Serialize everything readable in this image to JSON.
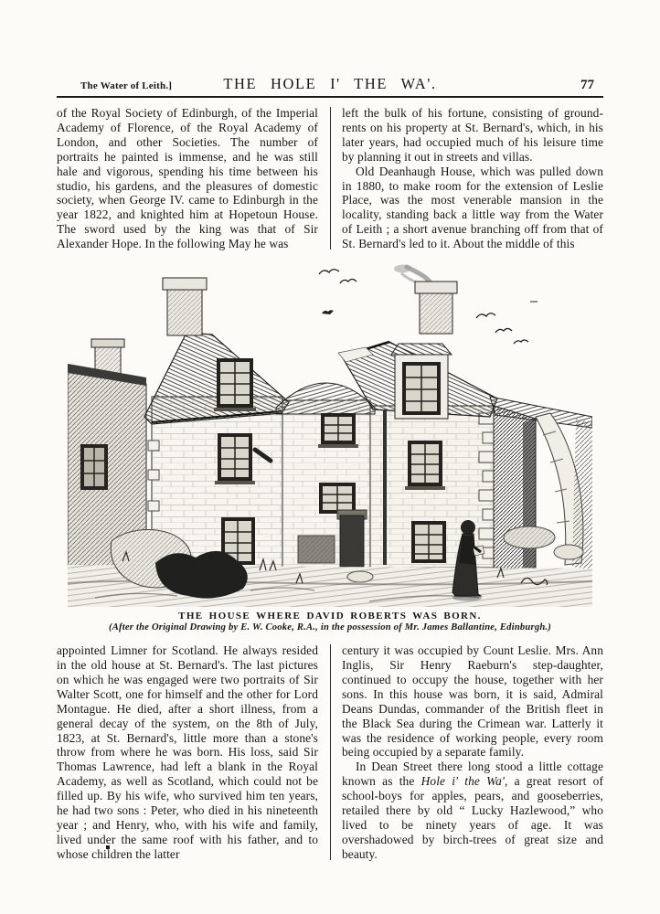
{
  "page": {
    "background": "#fcfbf7",
    "ink": "#161616"
  },
  "header": {
    "running_title": "The Water of Leith.]",
    "title": "THE HOLE I' THE WA'.",
    "page_number": "77"
  },
  "top_section": {
    "left_column": {
      "p1": "of the Royal Society of Edinburgh, of the Imperial Academy of Florence, of the Royal Academy of London, and other Societies. The number of portraits he painted is immense, and he was still hale and vigorous, spending his time between his studio, his gardens, and the pleasures of domestic society, when George IV. came to Edinburgh in the year 1822, and knighted him at Hopetoun House. The sword used by the king was that of Sir Alexander Hope. In the following May he was"
    },
    "right_column": {
      "p1": "left the bulk of his fortune, consisting of ground-rents on his property at St. Bernard's, which, in his later years, had occupied much of his leisure time by planning it out in streets and villas.",
      "p2": "Old Deanhaugh House, which was pulled down in 1880, to make room for the extension of Leslie Place, was the most venerable mansion in the locality, standing back a little way from the Water of Leith ; a short avenue branching off from that of St. Bernard's led to it. About the middle of this"
    }
  },
  "illustration": {
    "caption_title": "THE HOUSE WHERE DAVID ROBERTS WAS BORN.",
    "caption_credit": "(After the Original Drawing by E. W. Cooke, R.A., in the possession of Mr. James Ballantine, Edinburgh.)"
  },
  "bottom_section": {
    "left_column": {
      "p1": "appointed Limner for Scotland. He always resided in the old house at St. Bernard's. The last pictures on which he was engaged were two portraits of Sir Walter Scott, one for himself and the other for Lord Montague. He died, after a short illness, from a general decay of the system, on the 8th of July, 1823, at St. Bernard's, little more than a stone's throw from where he was born. His loss, said Sir Thomas Lawrence, had left a blank in the Royal Academy, as well as Scotland, which could not be filled up. By his wife, who survived him ten years, he had two sons : Peter, who died in his nineteenth year ; and Henry, who, with his wife and family, lived under the same roof with his father, and to whose children the latter"
    },
    "right_column": {
      "p1": "century it was occupied by Count Leslie. Mrs. Ann Inglis, Sir Henry Raeburn's step-daughter, continued to occupy the house, together with her sons. In this house was born, it is said, Admiral Deans Dundas, commander of the British fleet in the Black Sea during the Crimean war. Latterly it was the residence of working people, every room being occupied by a separate family.",
      "p2_before": "In Dean Street there long stood a little cottage known as the ",
      "p2_italic": "Hole i' the Wa'",
      "p2_after": ", a great resort of school-boys for apples, pears, and gooseberries, retailed there by old “ Lucky Hazlewood,” who lived to be ninety years of age. It was overshadowed by birch-trees of great size and beauty."
    }
  }
}
